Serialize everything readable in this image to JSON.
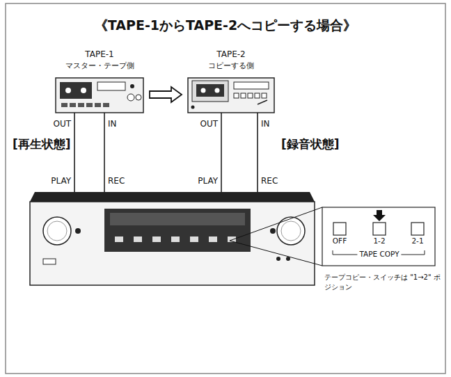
{
  "diagram": {
    "title": "《TAPE-1からTAPE-2へコピーする場合》",
    "nodes": [
      {
        "text": [
          "TAPE-1",
          "マスター・テープ側"
        ]
      },
      {
        "text": [
          "TAPE-2",
          "コピーする側"
        ]
      },
      {
        "text": [
          "PLAY",
          "REC",
          "PLAY",
          "REC"
        ]
      },
      {
        "text": [
          "OFF",
          "1-2",
          "2-1",
          "TAPE COPY"
        ]
      }
    ],
    "edges": [
      {
        "from": 0,
        "to": 1,
        "arrow": "to"
      },
      {
        "from": 0,
        "to": 2,
        "label": "OUT",
        "arrow": "none"
      },
      {
        "from": 2,
        "to": 0,
        "label": "IN",
        "arrow": "none"
      },
      {
        "from": 1,
        "to": 2,
        "label": "OUT",
        "arrow": "none"
      },
      {
        "from": 2,
        "to": 1,
        "label": "IN",
        "arrow": "none"
      },
      {
        "from": 2,
        "to": 3,
        "arrow": "none"
      }
    ],
    "labels": [
      "[再生状態]",
      "[録音状態]",
      "テープコピー・スイッチは \"1→2\" ポジション"
    ]
  }
}
